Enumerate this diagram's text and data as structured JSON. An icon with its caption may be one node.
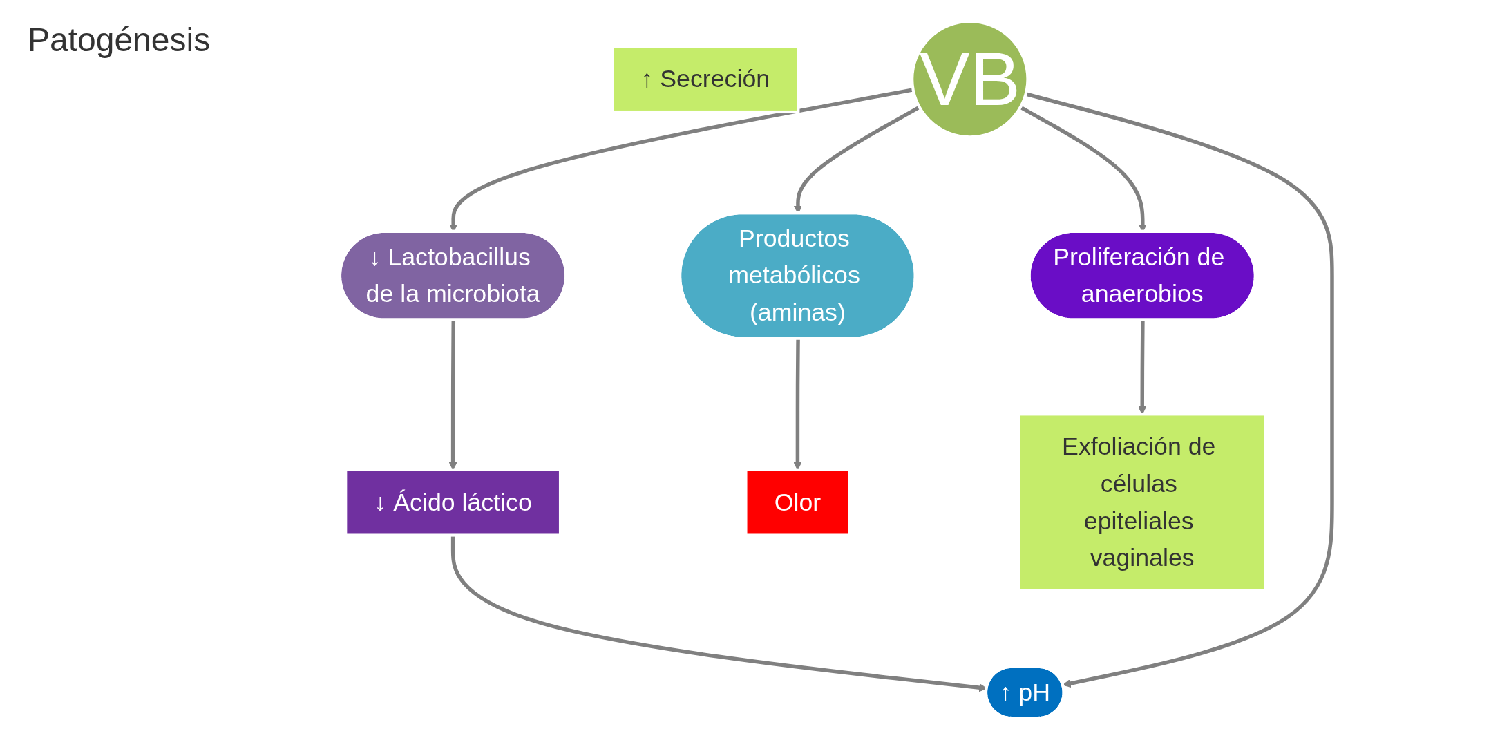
{
  "diagram": {
    "title": "Patogénesis",
    "nodes": [
      {
        "text": [
          "VB"
        ]
      },
      {
        "text": [
          "↓ Lactobacillus de la microbiota"
        ]
      },
      {
        "text": [
          "↓ Ácido láctico"
        ]
      },
      {
        "text": [
          "↑ pH"
        ]
      },
      {
        "text": [
          "Productos metabólicos (aminas)"
        ]
      },
      {
        "text": [
          "Olor"
        ]
      },
      {
        "text": [
          "Proliferación de anaerobios"
        ]
      },
      {
        "text": [
          "↑ Secreción"
        ]
      },
      {
        "text": [
          "Exfoliación de células epiteliales vaginales"
        ]
      }
    ],
    "edges": [
      {
        "from": 0,
        "to": 1,
        "arrow": "to"
      },
      {
        "from": 1,
        "to": 2,
        "arrow": "to"
      },
      {
        "from": 2,
        "to": 3,
        "arrow": "to"
      },
      {
        "from": 0,
        "to": 4,
        "arrow": "to"
      },
      {
        "from": 0,
        "to": 3,
        "arrow": "to"
      },
      {
        "from": 4,
        "to": 5,
        "arrow": "to"
      },
      {
        "from": 0,
        "to": 6,
        "arrow": "to"
      },
      {
        "from": 6,
        "to": 8,
        "arrow": "to"
      }
    ]
  }
}
